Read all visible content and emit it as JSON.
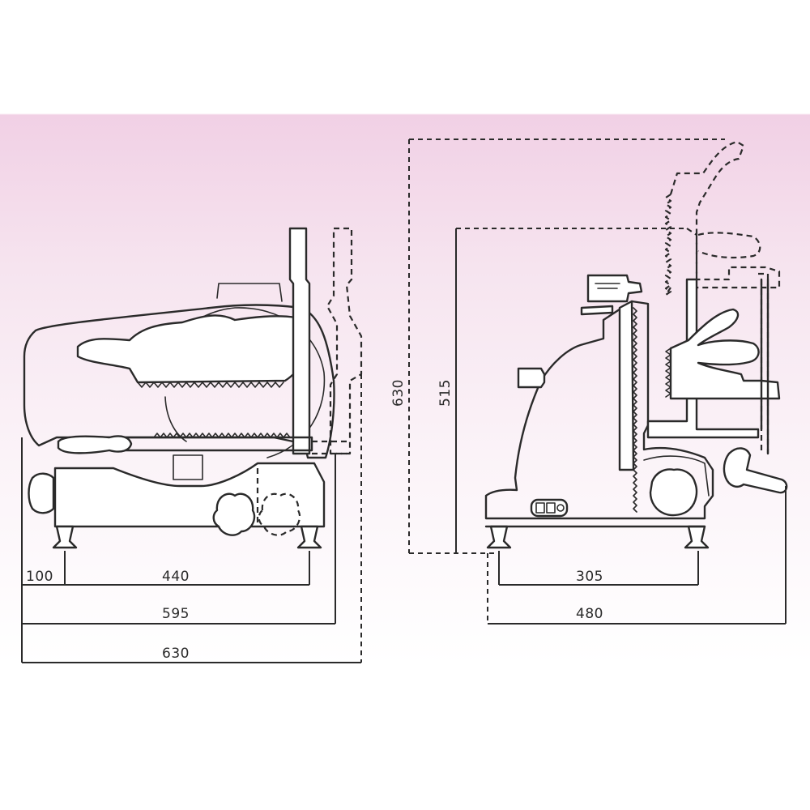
{
  "dimensions": {
    "side_view": {
      "foot_offset": "100",
      "foot_span": "440",
      "depth_body": "595",
      "depth_total": "630"
    },
    "front_view": {
      "foot_span": "305",
      "width_total": "480",
      "height_total": "630",
      "height_body": "515"
    }
  },
  "colors": {
    "line": "#2a2a2a",
    "band_top": "#f1d0e5",
    "band_bottom": "#ffffff"
  }
}
